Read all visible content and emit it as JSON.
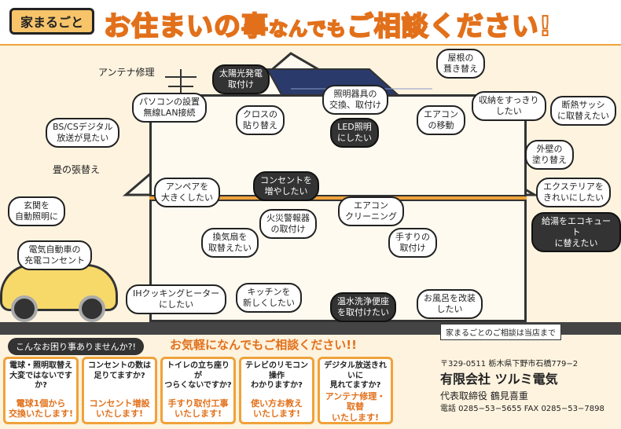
{
  "header": {
    "logo": "家まるごと",
    "title_big1": "お住まいの事",
    "title_small": "なんでも",
    "title_big2": "ご相談ください!"
  },
  "callouts": {
    "antenna": "アンテナ修理",
    "solar": "太陽光発電\n取付け",
    "roof": "屋根の\n葺き替え",
    "pc": "パソコンの設置\n無線LAN接続",
    "cloth": "クロスの\n貼り替え",
    "lighting": "照明器具の\n交換、取付け",
    "storage": "収納をすっきり\nしたい",
    "sash": "断熱サッシ\nに取替えたい",
    "bs": "BS/CSデジタル\n放送が見たい",
    "led": "LED照明\nにしたい",
    "aircon_move": "エアコン\nの移動",
    "tatami": "畳の張替え",
    "outlet_more": "コンセントを\n増やしたい",
    "exterior_paint": "外壁の\n塗り替え",
    "entrance_light": "玄関を\n自動照明に",
    "ampere": "アンペアを\n大きくしたい",
    "aircon_clean": "エアコン\nクリーニング",
    "exterior": "エクステリアを\nきれいにしたい",
    "fire_alarm": "火災警報器\nの取付け",
    "ecocute": "給湯をエコキュート\nに替えたい",
    "ev_outlet": "電気自動車の\n充電コンセント",
    "fan": "換気扇を\n取替えたい",
    "handrail": "手すりの\n取付け",
    "ih": "IHクッキングヒーター\nにしたい",
    "kitchen": "キッチンを\n新しくしたい",
    "toilet": "温水洗浄便座\nを取付けたい",
    "bath": "お風呂を改装\nしたい"
  },
  "footer": {
    "trouble_label": "こんなお困り事ありませんか?!",
    "banner": "お気軽になんでもご相談ください!!",
    "shop_note": "家まるごとのご相談は当店まで",
    "cards": [
      {
        "q": "電球・照明取替え\n大変ではないですか?",
        "a": "電球1個から\n交換いたします!"
      },
      {
        "q": "コンセントの数は\n足りてますか?",
        "a": "コンセント増設\nいたします!"
      },
      {
        "q": "トイレの立ち座りが\nつらくないですか?",
        "a": "手すり取付工事\nいたします!"
      },
      {
        "q": "テレビのリモコン操作\nわかりますか?",
        "a": "使い方お教え\nいたします!"
      },
      {
        "q": "デジタル放送きれいに\n見れてますか?",
        "a": "アンテナ修理・取替\nいたします!"
      }
    ],
    "company": {
      "address": "〒329-0511 栃木県下野市石橋779−2",
      "name": "有限会社 ツルミ電気",
      "rep": "代表取締役 鶴見喜重",
      "phone": "電話 0285−53−5655 FAX 0285−53−7898"
    }
  },
  "colors": {
    "accent": "#f0a23a",
    "title": "#e2701a",
    "dark": "#333333"
  }
}
